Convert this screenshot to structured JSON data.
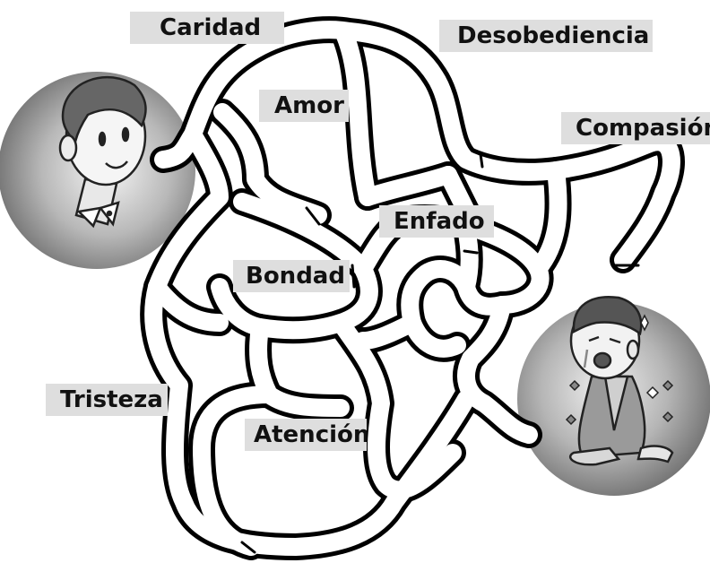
{
  "labels": {
    "caridad": "Caridad",
    "desobediencia": "Desobediencia",
    "amor": "Amor",
    "compasion": "Compasión",
    "enfado": "Enfado",
    "bondad": "Bondad",
    "tristeza": "Tristeza",
    "atencion": "Atención"
  },
  "characters": {
    "start": "smiling-boy",
    "end": "crying-boy"
  }
}
